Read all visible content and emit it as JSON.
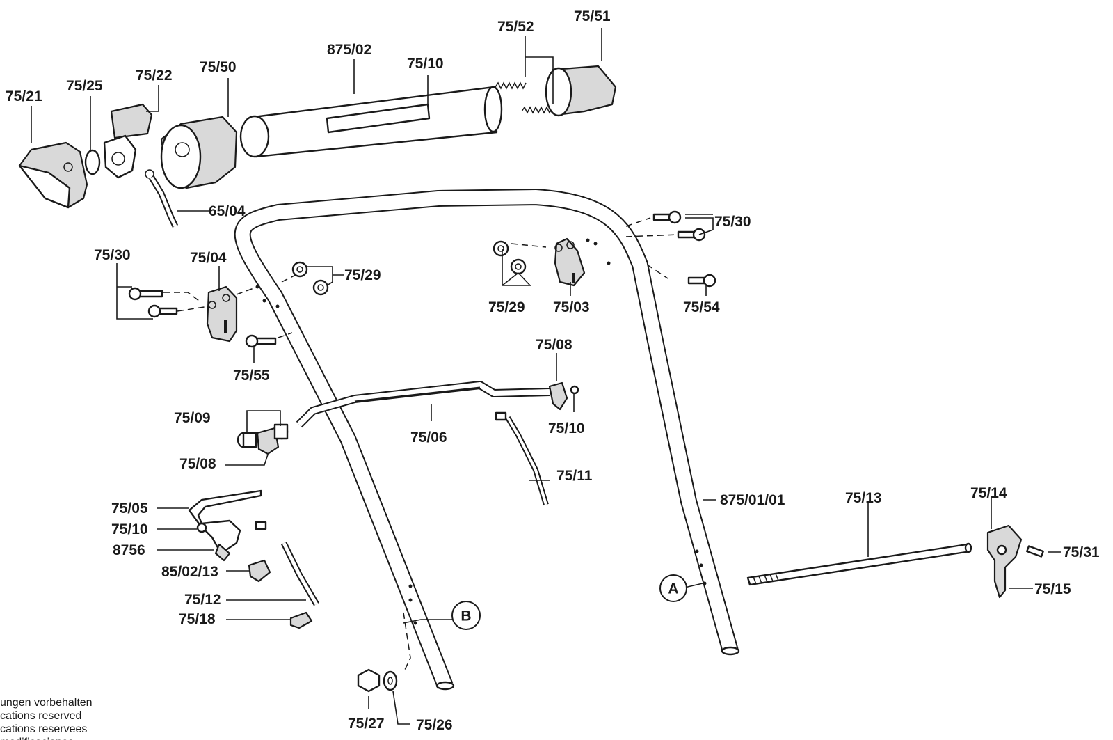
{
  "labels": {
    "l75_21": "75/21",
    "l75_25": "75/25",
    "l75_22": "75/22",
    "l75_50": "75/50",
    "l875_02": "875/02",
    "l75_10_top": "75/10",
    "l75_52": "75/52",
    "l75_51": "75/51",
    "l65_04": "65/04",
    "l75_30_right": "75/30",
    "l75_30_left": "75/30",
    "l75_04": "75/04",
    "l75_29_left": "75/29",
    "l75_29_right": "75/29",
    "l75_03": "75/03",
    "l75_54": "75/54",
    "l75_55": "75/55",
    "l75_08_right": "75/08",
    "l75_09": "75/09",
    "l75_06": "75/06",
    "l75_10_mid": "75/10",
    "l75_08_left": "75/08",
    "l75_11": "75/11",
    "l875_01_01": "875/01/01",
    "l75_13": "75/13",
    "l75_14": "75/14",
    "l75_31": "75/31",
    "l75_05": "75/05",
    "l75_10_low": "75/10",
    "l8756": "8756",
    "l85_02_13": "85/02/13",
    "l75_12": "75/12",
    "l75_18": "75/18",
    "l75_15": "75/15",
    "l75_27": "75/27",
    "l75_26": "75/26"
  },
  "markers": {
    "a": "A",
    "b": "B"
  },
  "notes": [
    "ungen vorbehalten",
    "cations reserved",
    "cations reservees",
    "modificaciones"
  ]
}
